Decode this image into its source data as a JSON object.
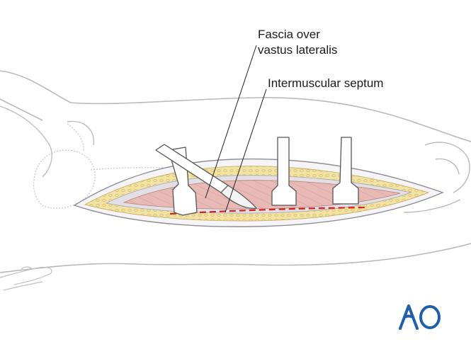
{
  "labels": {
    "fascia_line1": "Fascia over",
    "fascia_line2": "vastus lateralis",
    "septum": "Intermuscular septum"
  },
  "logo": {
    "text": "AO",
    "color": "#1f5fb0"
  },
  "colors": {
    "skin_outline": "#b9b9b9",
    "fat": "#f1e3a4",
    "fat_dots": "#d8b86a",
    "muscle": "#e8b9b5",
    "muscle_lines": "#c98e8a",
    "fascia_band": "#dcd9df",
    "incision_line": "#d61f1f",
    "retractor": "#ffffff",
    "leader_line": "#222222"
  }
}
